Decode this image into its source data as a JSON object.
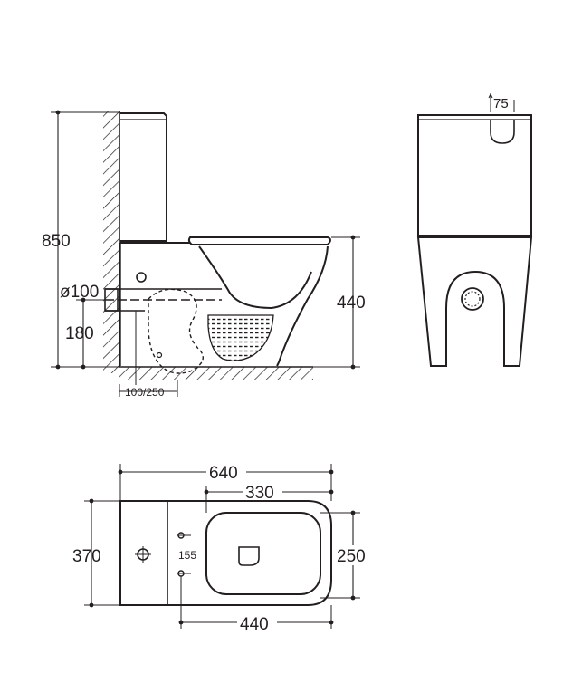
{
  "side_view": {
    "height_total": "850",
    "waste_diameter": "ø100",
    "waste_height": "180",
    "rim_height": "440",
    "wall_distance": "100/250"
  },
  "rear_view": {
    "inlet_offset": "75"
  },
  "top_view": {
    "length_total": "640",
    "bowl_opening": "330",
    "width_total": "370",
    "fixing_spacing": "155",
    "bowl_width": "250",
    "bowl_length": "440"
  }
}
